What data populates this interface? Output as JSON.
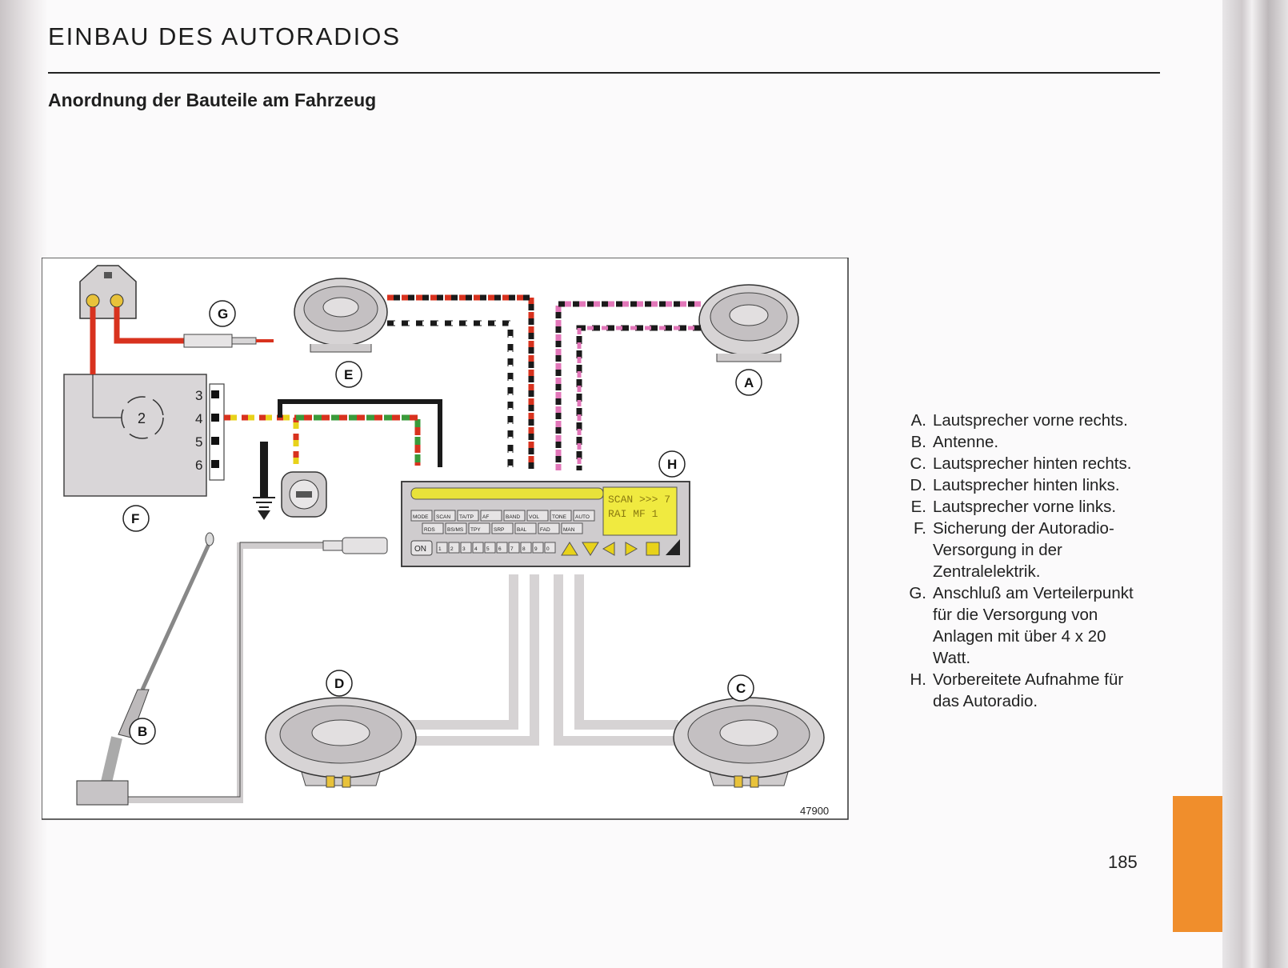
{
  "header": {
    "title": "EINBAU DES AUTORADIOS"
  },
  "section": {
    "title": "Anordnung der Bauteile am Fahrzeug"
  },
  "diagram": {
    "figure_number": "47900",
    "labels": {
      "A": "A",
      "B": "B",
      "C": "C",
      "D": "D",
      "E": "E",
      "F": "F",
      "G": "G",
      "H": "H"
    },
    "fuse_box": {
      "circle_label": "2",
      "terminals": [
        "3",
        "4",
        "5",
        "6"
      ]
    },
    "radio": {
      "display_line1": "SCAN >>> 7",
      "display_line2": "RAI MF 1",
      "buttons_top": [
        "MODE",
        "SCAN",
        "TA/TP",
        "AF",
        "BAND",
        "VOL",
        "TONE",
        "AUTO"
      ],
      "buttons_mid": [
        "RDS",
        "BS/MS",
        "TPY",
        "SRP",
        "BAL",
        "FAD",
        "MAN"
      ],
      "on_label": "ON",
      "presets": [
        "1",
        "2",
        "3",
        "4",
        "5",
        "6",
        "7",
        "8",
        "9",
        "0"
      ]
    }
  },
  "legend": [
    {
      "key": "A.",
      "text": "Lautsprecher vorne rechts."
    },
    {
      "key": "B.",
      "text": "Antenne."
    },
    {
      "key": "C.",
      "text": "Lautsprecher hinten rechts."
    },
    {
      "key": "D.",
      "text": "Lautsprecher hinten links."
    },
    {
      "key": "E.",
      "text": "Lautsprecher vorne links."
    },
    {
      "key": "F.",
      "text": "Sicherung der Autoradio-Versorgung in der Zentralelektrik."
    },
    {
      "key": "G.",
      "text": "Anschluß am Verteilerpunkt für die Versorgung von Anlagen mit über 4 x 20 Watt."
    },
    {
      "key": "H.",
      "text": "Vorbereitete Aufnahme für das Autoradio."
    }
  ],
  "page_number": "185",
  "colors": {
    "accent_tab": "#f08e2c",
    "wire_red": "#d8321e",
    "wire_yellow": "#e8d21a",
    "wire_green": "#3a9a3a",
    "wire_pink": "#e277b9",
    "wire_black": "#1a1a1a",
    "display_yellow": "#e8e23a"
  }
}
